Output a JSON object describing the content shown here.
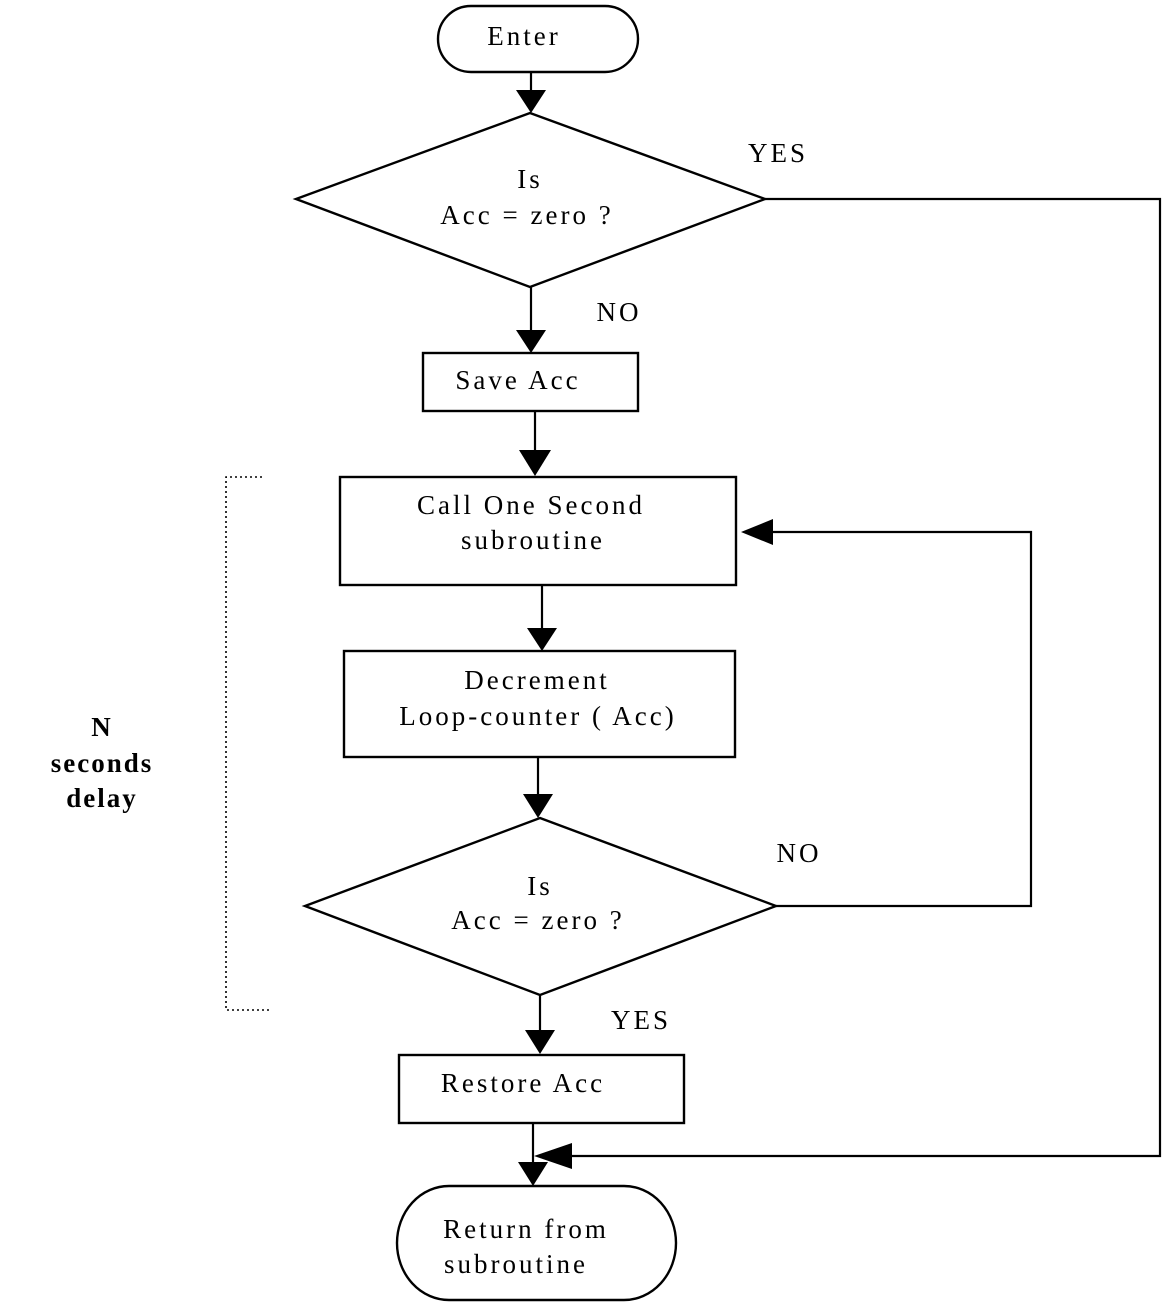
{
  "nodes": {
    "enter": {
      "text": "Enter"
    },
    "decision_start": {
      "line1": "Is",
      "line2": "Acc = zero ?"
    },
    "save_acc": {
      "text": "Save Acc"
    },
    "call_one_second": {
      "line1": "Call One Second",
      "line2": "subroutine"
    },
    "decrement": {
      "line1": "Decrement",
      "line2": "Loop-counter ( Acc)"
    },
    "decision_loop": {
      "line1": "Is",
      "line2": "Acc = zero ?"
    },
    "restore_acc": {
      "text": "Restore Acc"
    },
    "return": {
      "line1": "Return from",
      "line2": "subroutine"
    }
  },
  "edge_labels": {
    "start_yes": "YES",
    "start_no": "NO",
    "loop_no": "NO",
    "loop_yes": "YES"
  },
  "bracket_label": {
    "line1": "N",
    "line2": "seconds",
    "line3": "delay"
  }
}
